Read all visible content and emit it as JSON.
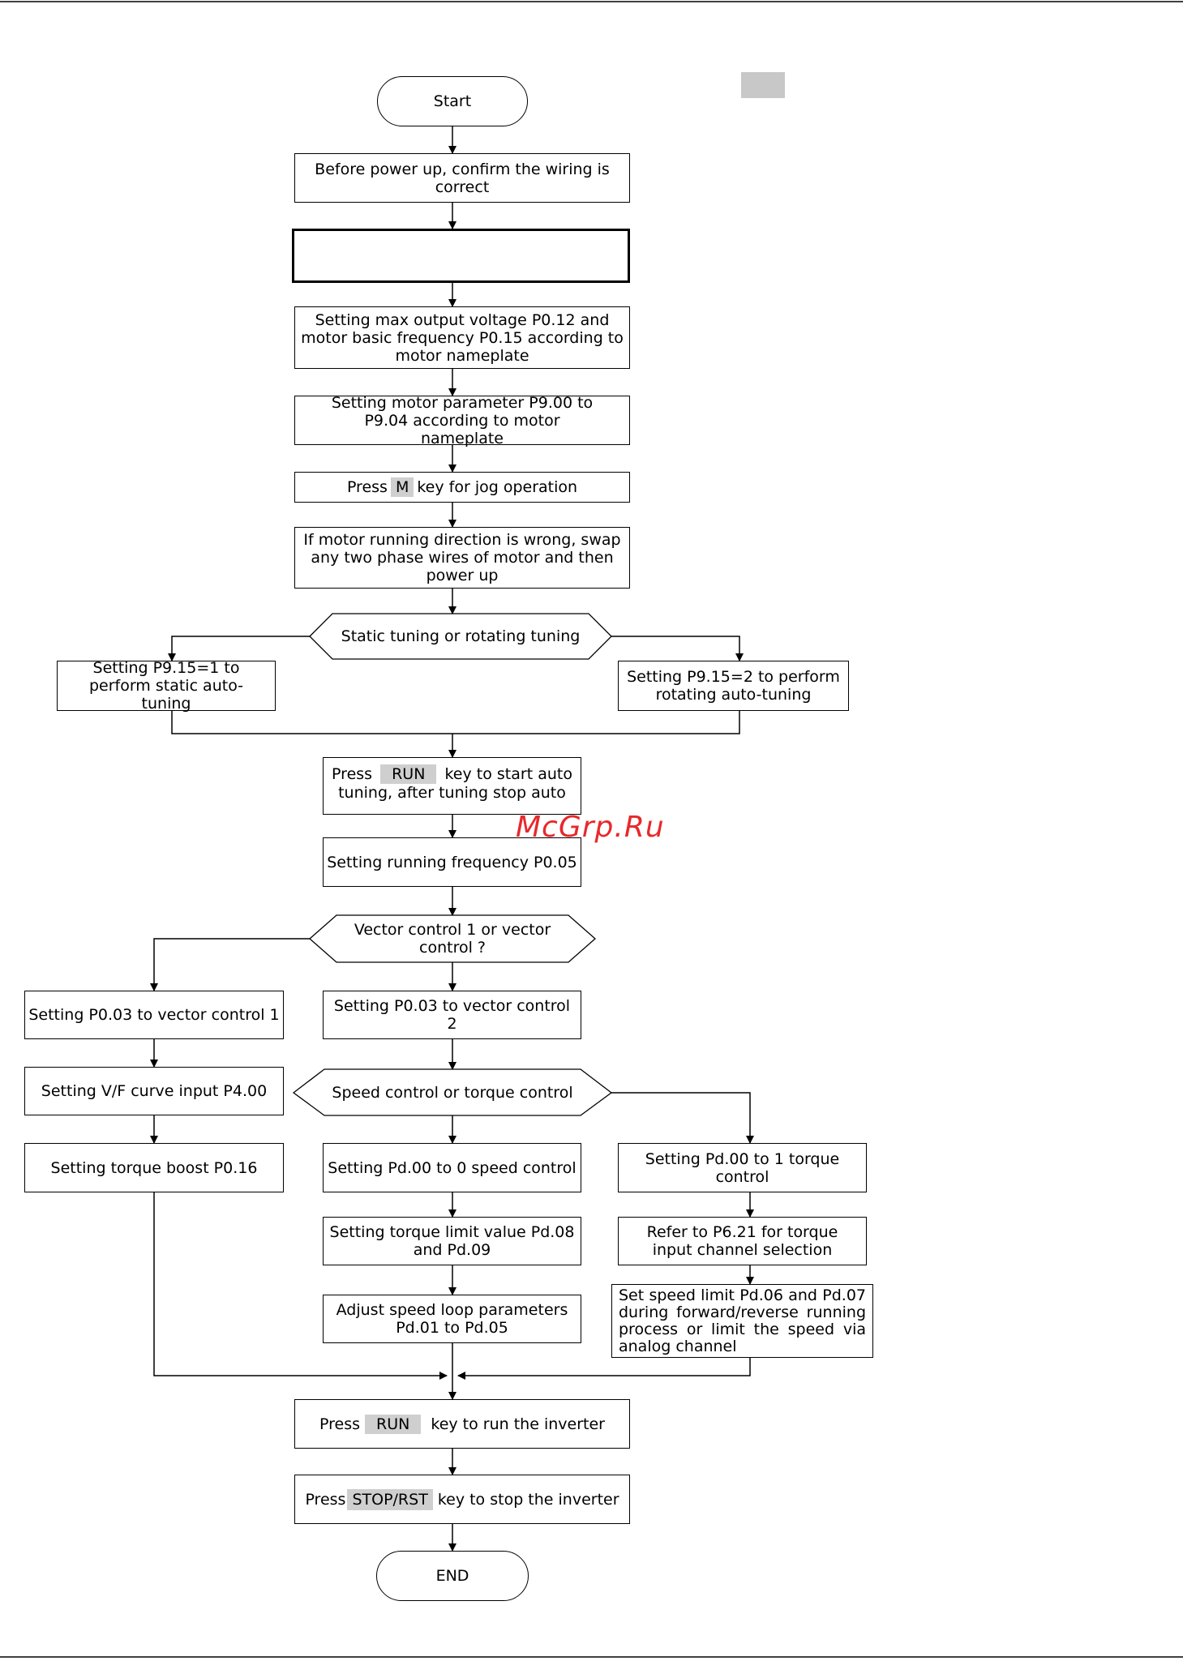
{
  "watermark": "McGrp.Ru",
  "nodes": {
    "start": "Start",
    "confirm_wiring": "Before power up, confirm the wiring is correct",
    "blank": "",
    "max_voltage": "Setting max output voltage P0.12 and motor basic  frequency P0.15 according to motor nameplate",
    "motor_param": "Setting motor parameter P9.00 to P9.04 according to motor nameplate",
    "jog": {
      "pre": "Press",
      "key": "M",
      "post": "key for jog operation"
    },
    "direction": "If motor running direction is wrong, swap any two phase wires of motor and then power up",
    "tuning_decision": "Static tuning or rotating tuning",
    "static_tuning": "Setting P9.15=1 to perform static auto-tuning",
    "rotating_tuning": "Setting P9.15=2 to perform rotating auto-tuning",
    "run_autotune": {
      "pre": "Press",
      "key": "RUN",
      "post": "key to start auto tuning, after tuning stop auto"
    },
    "running_freq": "Setting running frequency P0.05",
    "vector_decision": "Vector control 1 or vector control   ?",
    "vc1": "Setting P0.03 to vector control 1",
    "vc2": "Setting P0.03 to vector control 2",
    "vf_curve": "Setting V/F curve input P4.00",
    "speed_torque_decision": "Speed control or torque control",
    "torque_boost": "Setting torque boost P0.16",
    "speed_control": "Setting Pd.00 to 0 speed control",
    "torque_control": "Setting Pd.00 to 1 torque control",
    "torque_limit": "Setting torque limit value Pd.08 and Pd.09",
    "torque_channel": "Refer to P6.21 for torque input channel selection",
    "speed_loop": "Adjust speed loop parameters Pd.01 to Pd.05",
    "speed_limit": "Set speed limit Pd.06 and Pd.07 during forward/reverse running process or limit the speed via analog channel",
    "run_inverter": {
      "pre": "Press",
      "key": "RUN",
      "post": "key to run the inverter"
    },
    "stop_inverter": {
      "pre": "Press",
      "key": "STOP/RST",
      "post": "key to stop the inverter"
    },
    "end": "END"
  },
  "colors": {
    "key_fill": "#cfcfcf",
    "watermark": "#e8282b",
    "line": "#000000"
  }
}
